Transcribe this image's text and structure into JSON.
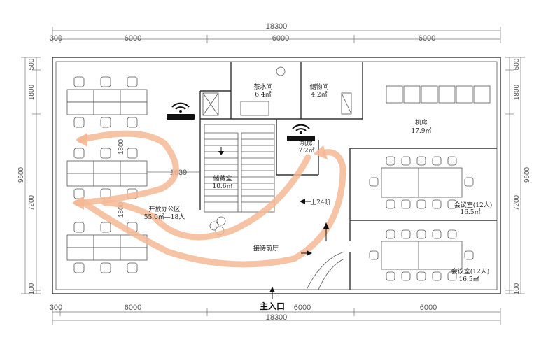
{
  "dimensions": {
    "top_total": "18300",
    "top_segments": [
      "300",
      "6000",
      "6000",
      "6000"
    ],
    "bottom_total": "18300",
    "bottom_segments": [
      "300",
      "6000",
      "6000",
      "6000"
    ],
    "left_total": "9600",
    "left_segments": [
      "500",
      "1800",
      "7200",
      "100"
    ],
    "right_total": "9600",
    "right_segments": [
      "500",
      "1800",
      "7200",
      "100"
    ],
    "inner_h": "1639",
    "inner_v1": "1800",
    "inner_v2": "1800"
  },
  "rooms": {
    "tea_room": {
      "name": "茶水间",
      "area": "6.4㎡"
    },
    "storage": {
      "name": "储物间",
      "area": "4.2㎡"
    },
    "server_room": {
      "name": "机房",
      "area": "17.9㎡"
    },
    "small_room": {
      "name": "机房",
      "area": "7.2㎡"
    },
    "storeroom": {
      "name": "储藏室",
      "area": "10.6㎡"
    },
    "open_office": {
      "name": "开放办公区",
      "area": "55.0㎡—18人"
    },
    "reception": {
      "name": "接待前厅"
    },
    "meeting1": {
      "name": "会议室(12人)",
      "area": "16.5㎡"
    },
    "meeting2": {
      "name": "会议室(12人)",
      "area": "16.5㎡"
    }
  },
  "stairs_label": "上24阶",
  "entrance_label": "主入口",
  "icons": [
    "wifi-router-icon",
    "wifi-router-icon"
  ],
  "colors": {
    "flow": "#f5b895",
    "wall": "#333333"
  }
}
